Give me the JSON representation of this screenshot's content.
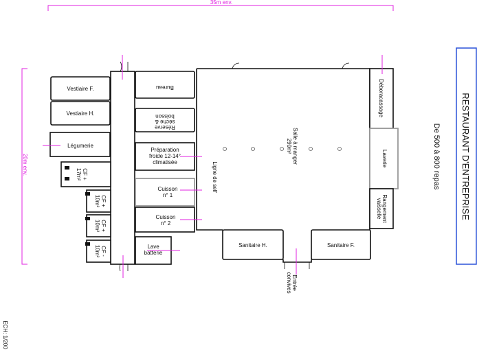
{
  "title": "RESTAURANT D'ENTREPRISE",
  "subtitle": "De 500 à 800 repas",
  "scale": "ECH: 1/200",
  "dimensions": {
    "width": "35m env.",
    "height": "20m env."
  },
  "colors": {
    "title_border": "#2a52d8",
    "dimension": "#e020e0",
    "walls": "#111111"
  },
  "rooms": {
    "vestiaire_f": "Vestiaire F.",
    "vestiaire_h": "Vestiaire H.",
    "legumerie": "Légumerie",
    "cf17": [
      "CF +",
      "17m²"
    ],
    "cf10a": [
      "CF +",
      "10m²"
    ],
    "cf10b": [
      "CF +",
      "10m²"
    ],
    "cf10c": [
      "CF -",
      "10m²"
    ],
    "bureau": "Bureau",
    "reserve": [
      "Réserve",
      "sèche &",
      "boisson"
    ],
    "preparation": [
      "Préparation",
      "froide 12-14°",
      "climatisée"
    ],
    "cuisson1": [
      "Cuisson",
      "n° 1"
    ],
    "cuisson2": [
      "Cuisson",
      "n° 2"
    ],
    "lave_batterie": [
      "Lave",
      "batterie"
    ],
    "salle": [
      "Salle à manger",
      "290m²"
    ],
    "ligne_self": "Ligne de self",
    "deboracassage": "Déboracassage",
    "laverie": "Laverie",
    "rangement": [
      "Rangement",
      "vaisselle"
    ],
    "sanitaire_h": "Sanitaire H.",
    "sanitaire_f": "Sanitaire F.",
    "entree": [
      "Entrée",
      "convives"
    ]
  }
}
